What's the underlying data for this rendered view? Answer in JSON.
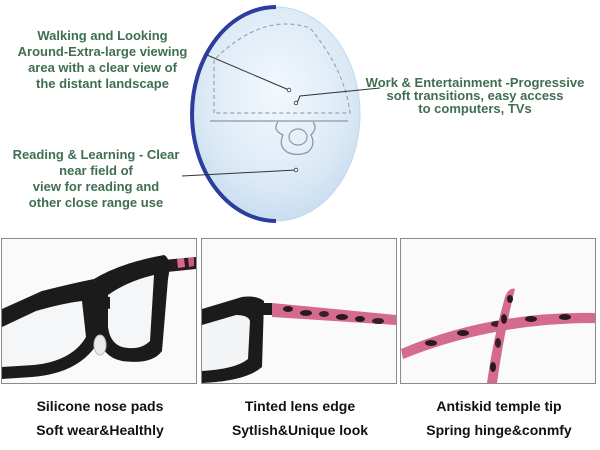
{
  "lens": {
    "top_label": "Walking and Looking Around-Extra-large viewing area with a clear view of the distant landscape",
    "right_label": "Work & Entertainment -Progressive soft transitions, easy access to computers, TVs",
    "left_label": "Reading & Learning - Clear near field of view for reading and other close range use",
    "top_label_lines": [
      "Walking and Looking",
      "Around-Extra-large viewing",
      "area with a clear view of",
      "the distant landscape"
    ],
    "right_label_lines": [
      "Work & Entertainment -Progressive",
      "soft transitions, easy access",
      "to computers, TVs"
    ],
    "left_label_lines": [
      "Reading & Learning - Clear",
      "near field of",
      "view for reading and",
      "other close range use"
    ],
    "colors": {
      "label": "#3f6e52",
      "lens_fill": "#dceaf6",
      "lens_edge": "#2b3d9e"
    }
  },
  "panels": [
    {
      "icon": "glasses-front-icon",
      "caption1": "Silicone nose pads",
      "caption2": "Soft wear&Healthly"
    },
    {
      "icon": "tinted-lens-edge-icon",
      "caption1": "Tinted lens edge",
      "caption2": "Sytlish&Unique look"
    },
    {
      "icon": "temple-tip-icon",
      "caption1": "Antiskid temple tip",
      "caption2": "Spring hinge&conmfy"
    }
  ],
  "colors": {
    "frame": "#1b1b1b",
    "temple_pink": "#d46a8c",
    "temple_dark": "#2a1a1f"
  }
}
